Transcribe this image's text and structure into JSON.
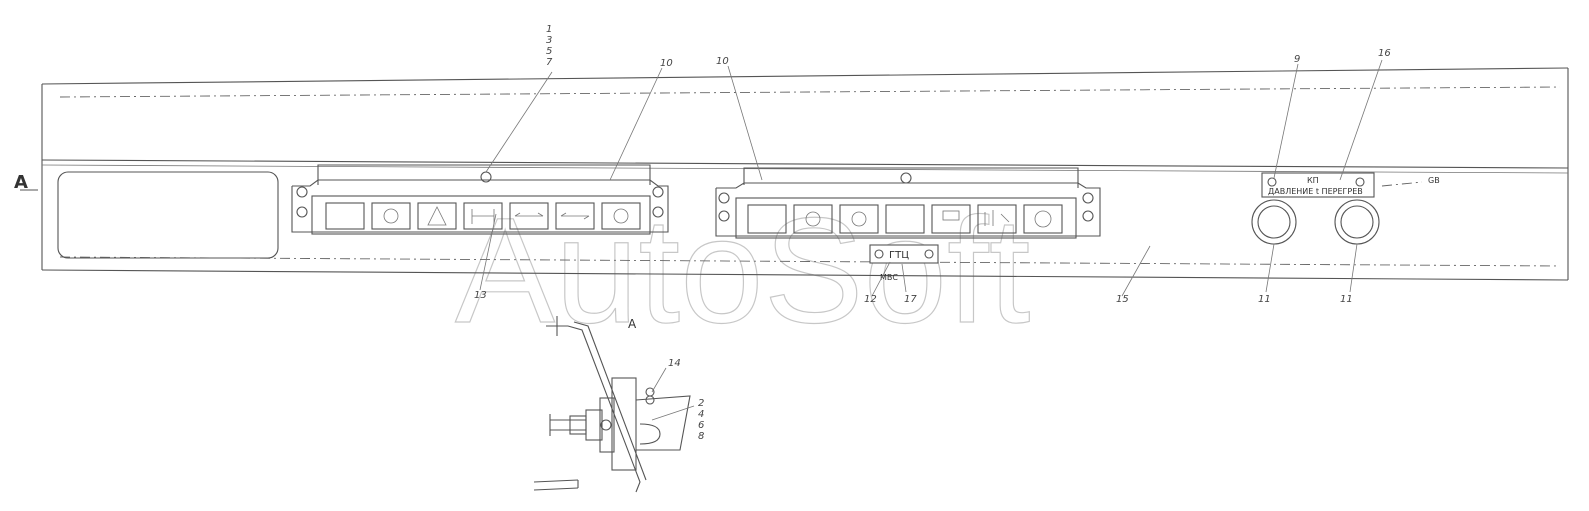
{
  "callouts": {
    "c1": "1",
    "c3": "3",
    "c5": "5",
    "c7": "7",
    "c10a": "10",
    "c10b": "10",
    "c9": "9",
    "c16": "16",
    "c13": "13",
    "c12": "12",
    "c17": "17",
    "c15": "15",
    "c11a": "11",
    "c11b": "11",
    "c14": "14",
    "c2": "2",
    "c4": "4",
    "c6": "6",
    "c8": "8"
  },
  "plates": {
    "kp": "КП",
    "pressure": "ДАВЛЕНИЕ  t  ПЕРЕГРЕВ",
    "gtc": "ГТЦ",
    "mvs": "МВС"
  },
  "labels": {
    "gb": "GB",
    "section_mark": "A",
    "view_mark": "A"
  },
  "watermark": "AutoSoft",
  "icons": {
    "left_panel": [
      "blank-slot",
      "tire-pressure-icon",
      "hazard-icon",
      "axle-lock-icon",
      "arrows-outward-icon",
      "arrows-left-right-icon",
      "arrows-inward-icon",
      "hand-signal-icon"
    ],
    "right_panel": [
      "blank-slot",
      "rotation-icon",
      "wheel-speed-icon",
      "blank-slot",
      "trailer-icon",
      "seat-belt-icon",
      "parking-brake-icon"
    ]
  }
}
